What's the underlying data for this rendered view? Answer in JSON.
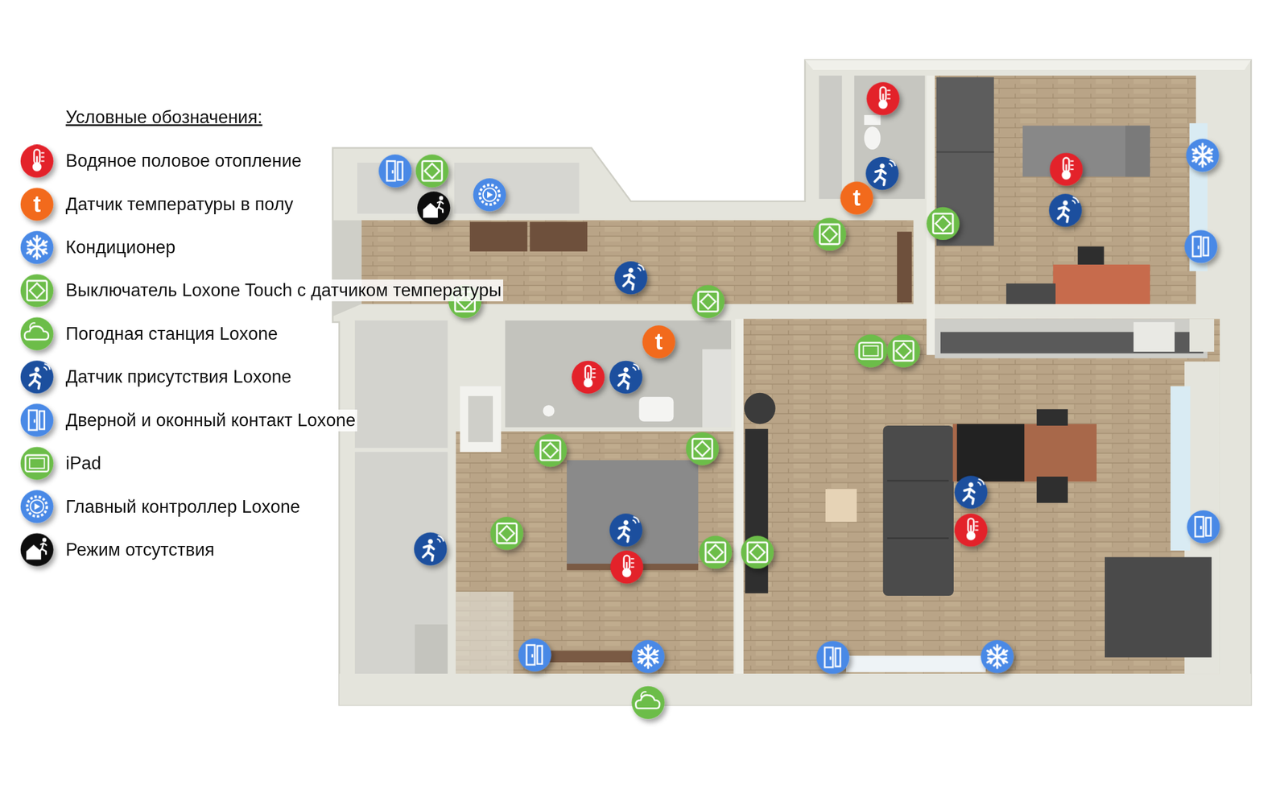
{
  "diagram": {
    "title": "Условные обозначения:",
    "labels": [
      "t",
      "t",
      "t"
    ],
    "legend": [
      {
        "text": "Водяное половое отопление"
      },
      {
        "text": "Датчик температуры в полу"
      },
      {
        "text": "Кондиционер"
      },
      {
        "text": "Выключатель Loxone Touch с датчиком температуры"
      },
      {
        "text": "Погодная станция Loxone"
      },
      {
        "text": "Датчик присутствия Loxone"
      },
      {
        "text": "Дверной и оконный контакт Loxone"
      },
      {
        "text": "iPad"
      },
      {
        "text": "Главный контроллер Loxone"
      },
      {
        "text": "Режим отсутствия"
      }
    ]
  }
}
